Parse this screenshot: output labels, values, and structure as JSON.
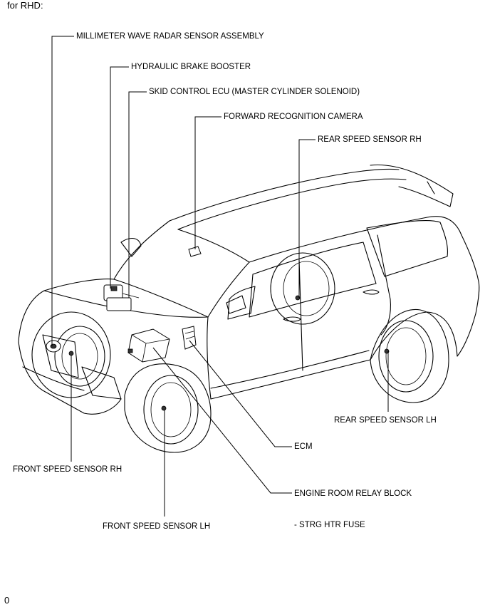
{
  "header": "for RHD:",
  "footer": "0",
  "labels": {
    "mmw_radar": "MILLIMETER WAVE RADAR SENSOR ASSEMBLY",
    "brake_booster": "HYDRAULIC BRAKE BOOSTER",
    "skid_ecu": "SKID CONTROL ECU (MASTER CYLINDER SOLENOID)",
    "fwd_camera": "FORWARD RECOGNITION CAMERA",
    "rear_rh": "REAR SPEED SENSOR RH",
    "rear_lh": "REAR SPEED SENSOR LH",
    "ecm": "ECM",
    "front_rh": "FRONT SPEED SENSOR RH",
    "relay_block": "ENGINE ROOM RELAY BLOCK",
    "front_lh": "FRONT SPEED SENSOR LH",
    "strg_fuse": "- STRG HTR FUSE"
  }
}
